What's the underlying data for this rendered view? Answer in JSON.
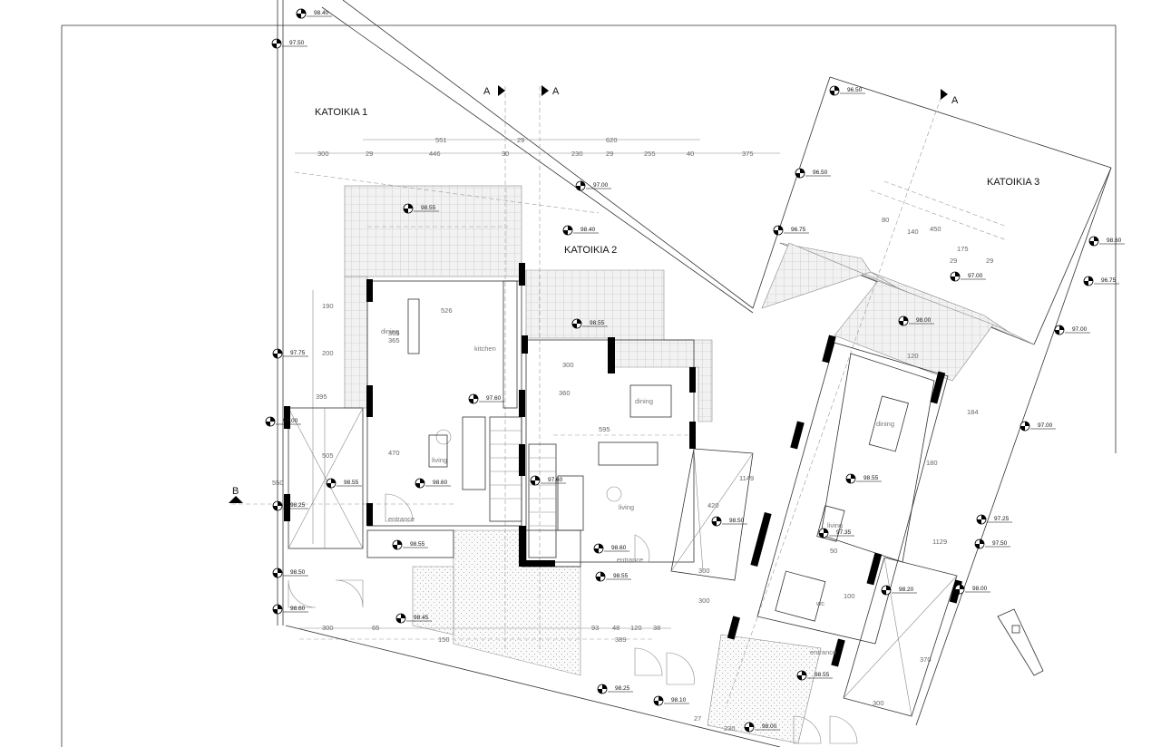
{
  "houses": [
    {
      "name": "KATOIKIA 1"
    },
    {
      "name": "KATOIKIA 2"
    },
    {
      "name": "KATOIKIA 3"
    }
  ],
  "sections": [
    "A",
    "A",
    "A",
    "B"
  ],
  "rooms": [
    "dining",
    "kitchen",
    "living",
    "entrance",
    "dining",
    "living",
    "entrance",
    "dining",
    "living",
    "wc",
    "entrance"
  ],
  "levels": [
    "98.40",
    "97.50",
    "97.00",
    "98.55",
    "98.40",
    "97.75",
    "98.00",
    "98.25",
    "98.55",
    "98.60",
    "97.60",
    "98.55",
    "98.50",
    "98.60",
    "98.45",
    "98.55",
    "97.60",
    "98.60",
    "98.55",
    "98.50",
    "96.50",
    "96.75",
    "96.50",
    "97.00",
    "98.00",
    "98.55",
    "96.75",
    "97.00",
    "97.35",
    "98.60",
    "97.00",
    "97.25",
    "97.50",
    "98.20",
    "98.00",
    "98.55",
    "98.10",
    "98.00",
    "98.25"
  ],
  "dimensions": [
    "551",
    "29",
    "620",
    "300",
    "29",
    "446",
    "30",
    "230",
    "29",
    "255",
    "40",
    "375",
    "526",
    "190",
    "200",
    "395",
    "505",
    "550",
    "470",
    "300",
    "595",
    "360",
    "365",
    "450",
    "140",
    "80",
    "175",
    "29",
    "300",
    "1129",
    "180",
    "184",
    "370",
    "300",
    "389",
    "93",
    "48",
    "120",
    "38",
    "65",
    "150",
    "300",
    "230",
    "27",
    "420",
    "1149",
    "300",
    "100",
    "120",
    "29",
    "50",
    "365"
  ]
}
